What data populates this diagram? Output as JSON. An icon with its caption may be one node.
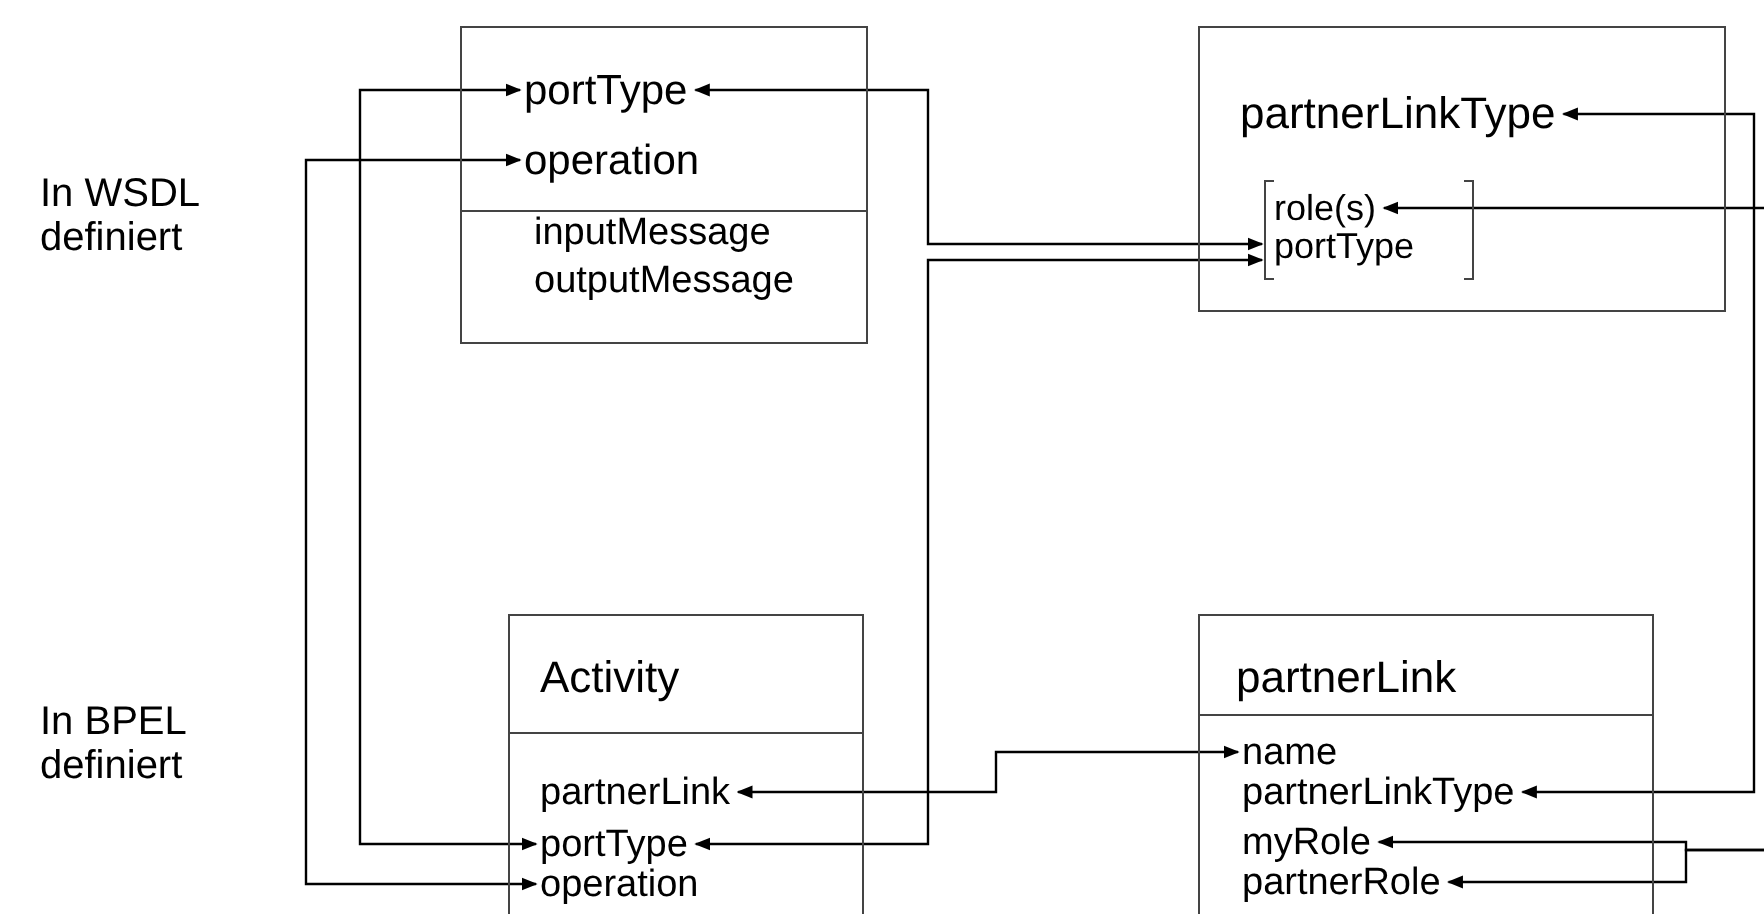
{
  "diagram": {
    "nodes": [
      {
        "text": [],
        "shape": "box"
      },
      {
        "text": [
          "portType"
        ],
        "in": 0
      },
      {
        "text": [
          "operation"
        ],
        "in": 0
      },
      {
        "text": [
          "inputMessage",
          "outputMessage"
        ],
        "in": 0
      },
      {
        "text": [],
        "shape": "box"
      },
      {
        "text": [
          "partnerLinkType"
        ],
        "in": 4
      },
      {
        "text": [],
        "shape": "bracket",
        "in": 4
      },
      {
        "text": [
          "role(s)"
        ],
        "in": 6
      },
      {
        "text": [
          "portType"
        ],
        "in": 6
      },
      {
        "text": [],
        "shape": "box"
      },
      {
        "text": [
          "Activity"
        ],
        "in": 9
      },
      {
        "text": [
          "partnerLink"
        ],
        "in": 9
      },
      {
        "text": [
          "portType"
        ],
        "in": 9
      },
      {
        "text": [
          "operation"
        ],
        "in": 9
      },
      {
        "text": [],
        "shape": "box"
      },
      {
        "text": [
          "partnerLink"
        ],
        "in": 14
      },
      {
        "text": [
          "name"
        ],
        "in": 14
      },
      {
        "text": [
          "partnerLinkType"
        ],
        "in": 14
      },
      {
        "text": [
          "myRole"
        ],
        "in": 14
      },
      {
        "text": [
          "partnerRole"
        ],
        "in": 14
      }
    ],
    "edges": [
      {
        "from": 1,
        "to": 12,
        "arrow": "both"
      },
      {
        "from": 2,
        "to": 13,
        "arrow": "both"
      },
      {
        "from": 1,
        "to": 6,
        "arrow": "both"
      },
      {
        "from": 12,
        "to": 6,
        "arrow": "both"
      },
      {
        "from": 11,
        "to": 16,
        "arrow": "both"
      },
      {
        "from": 5,
        "to": 17,
        "arrow": "both"
      },
      {
        "from": null,
        "to": 7,
        "arrow": "to"
      },
      {
        "from": null,
        "to": 18,
        "arrow": "to"
      },
      {
        "from": null,
        "to": 19,
        "arrow": "to"
      }
    ],
    "labels": [
      "In WSDL definiert",
      "In BPEL definiert"
    ]
  }
}
